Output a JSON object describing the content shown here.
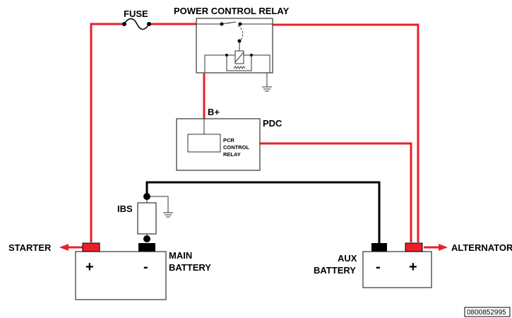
{
  "labels": {
    "fuse": "FUSE",
    "power_control_relay": "POWER CONTROL RELAY",
    "b_plus": "B+",
    "pdc": "PDC",
    "pcr_line1": "PCR",
    "pcr_line2": "CONTROL",
    "pcr_line3": "RELAY",
    "ibs": "IBS",
    "starter": "STARTER",
    "alternator": "ALTERNATOR",
    "main_battery_line1": "MAIN",
    "main_battery_line2": "BATTERY",
    "aux_battery_line1": "AUX",
    "aux_battery_line2": "BATTERY",
    "main_plus": "+",
    "main_minus": "-",
    "aux_minus": "-",
    "aux_plus": "+",
    "doc_id": "0800852995"
  },
  "colors": {
    "positive_wire": "#e8202a",
    "ground_wire": "#000000",
    "outline": "#333333"
  }
}
